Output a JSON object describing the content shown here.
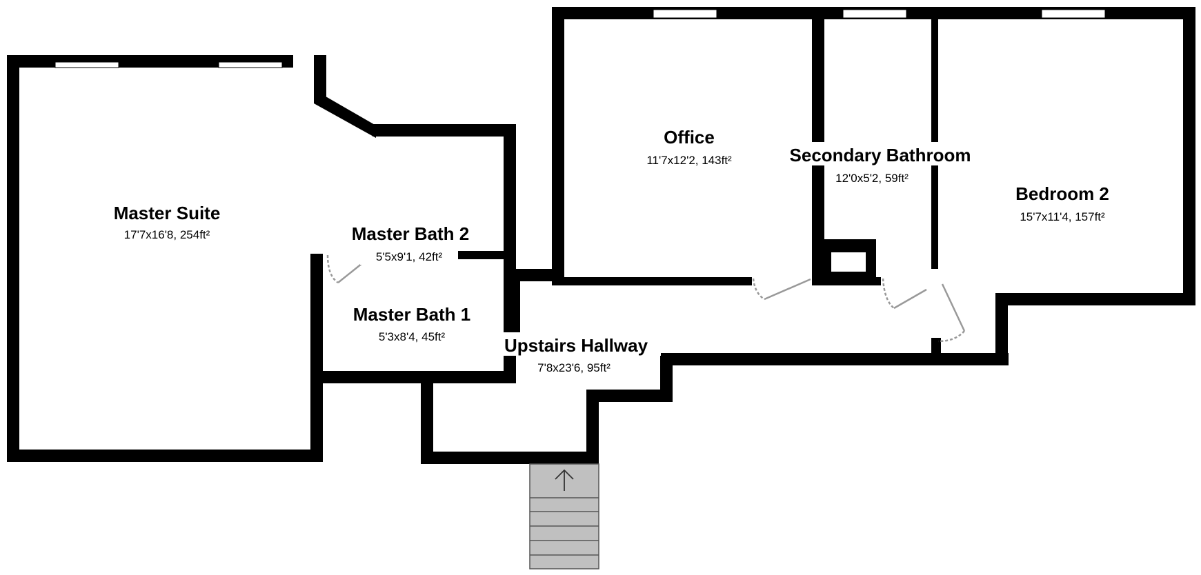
{
  "colors": {
    "wall": "#000000",
    "floor": "#ffffff",
    "window": "#ffffff",
    "door_swing": "#999999",
    "stair_fill": "#c0c0c0",
    "stair_line": "#555555"
  },
  "rooms": {
    "master_suite": {
      "name": "Master Suite",
      "dims": "17'7x16'8, 254ft²"
    },
    "master_bath_2": {
      "name": "Master Bath 2",
      "dims": "5'5x9'1, 42ft²"
    },
    "master_bath_1": {
      "name": "Master Bath 1",
      "dims": "5'3x8'4, 45ft²"
    },
    "office": {
      "name": "Office",
      "dims": "11'7x12'2, 143ft²"
    },
    "secondary_bathroom": {
      "name": "Secondary Bathroom",
      "dims": "12'0x5'2, 59ft²"
    },
    "bedroom_2": {
      "name": "Bedroom 2",
      "dims": "15'7x11'4, 157ft²"
    },
    "upstairs_hallway": {
      "name": "Upstairs Hallway",
      "dims": "7'8x23'6, 95ft²"
    }
  },
  "icons": {
    "stair_direction": "up-arrow-icon"
  }
}
